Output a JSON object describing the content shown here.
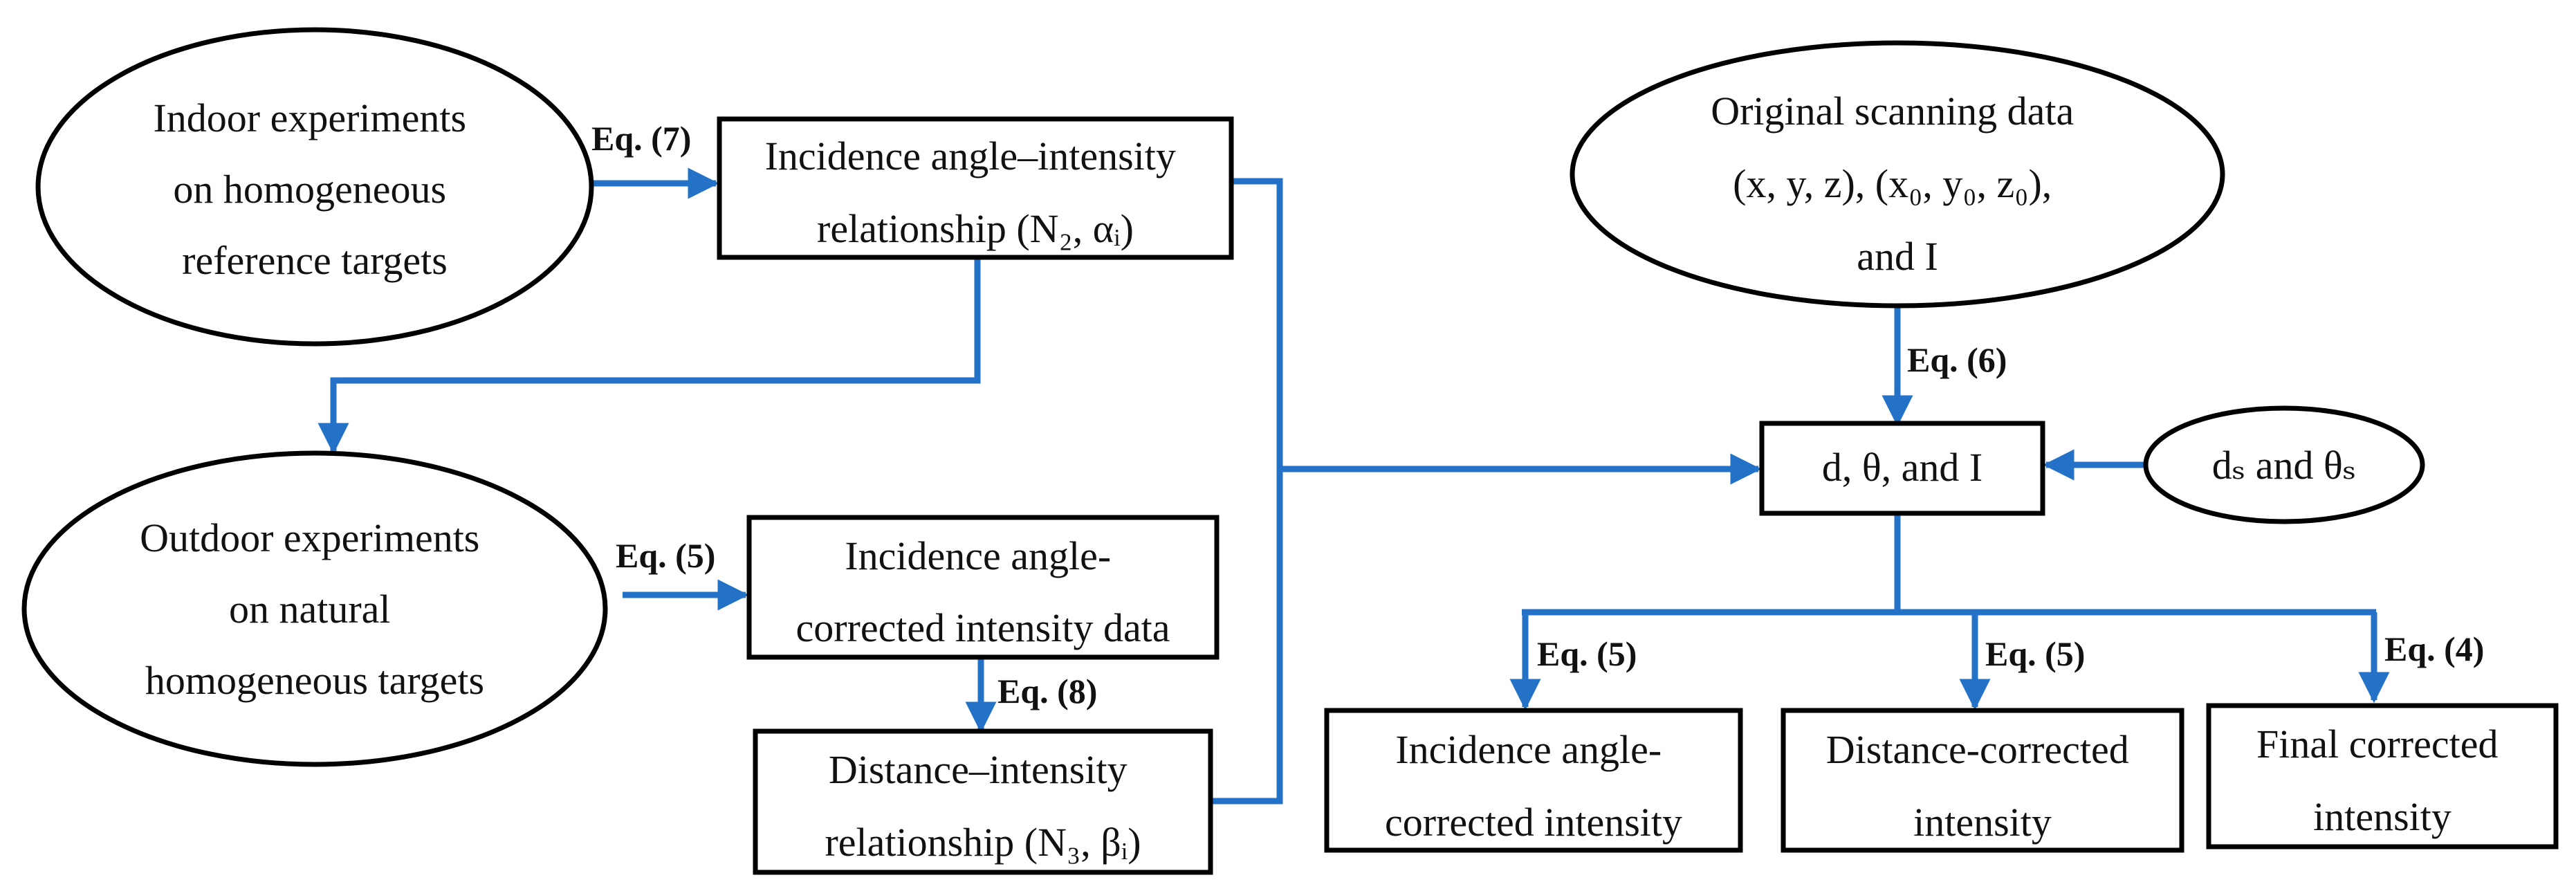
{
  "colors": {
    "connector": "#2472c8",
    "node_border": "#000000",
    "text": "#111111",
    "background": "#ffffff"
  },
  "nodes": {
    "indoor": {
      "lines": [
        "Indoor experiments",
        "on homogeneous",
        "reference targets"
      ]
    },
    "angle_rel": {
      "lines": [
        "Incidence angle–intensity",
        "relationship (N₂,  αᵢ)"
      ]
    },
    "outdoor": {
      "lines": [
        "Outdoor experiments",
        "on natural",
        "homogeneous targets"
      ]
    },
    "angle_corr_data": {
      "lines": [
        "Incidence angle-",
        "corrected intensity data"
      ]
    },
    "dist_rel": {
      "lines": [
        "Distance–intensity",
        "relationship (N₃,  βᵢ)"
      ]
    },
    "original": {
      "lines": [
        "Original scanning data",
        "(x,  y,  z), (x₀,  y₀,  z₀),",
        "and  I"
      ]
    },
    "d_theta_i": {
      "lines": [
        "d,  θ, and  I"
      ]
    },
    "ds_thetas": {
      "lines": [
        "dₛ  and  θₛ"
      ]
    },
    "out_angle": {
      "lines": [
        "Incidence angle-",
        "corrected intensity"
      ]
    },
    "out_distance": {
      "lines": [
        "Distance-corrected",
        "intensity"
      ]
    },
    "out_final": {
      "lines": [
        "Final corrected",
        "intensity"
      ]
    }
  },
  "edges": {
    "indoor_to_angle": "Eq. (7)",
    "outdoor_to_angle_data": "Eq. (5)",
    "angle_data_to_dist": "Eq. (8)",
    "original_to_dti": "Eq. (6)",
    "dti_to_out_angle": "Eq. (5)",
    "dti_to_out_distance": "Eq. (5)",
    "dti_to_out_final": "Eq. (4)"
  }
}
